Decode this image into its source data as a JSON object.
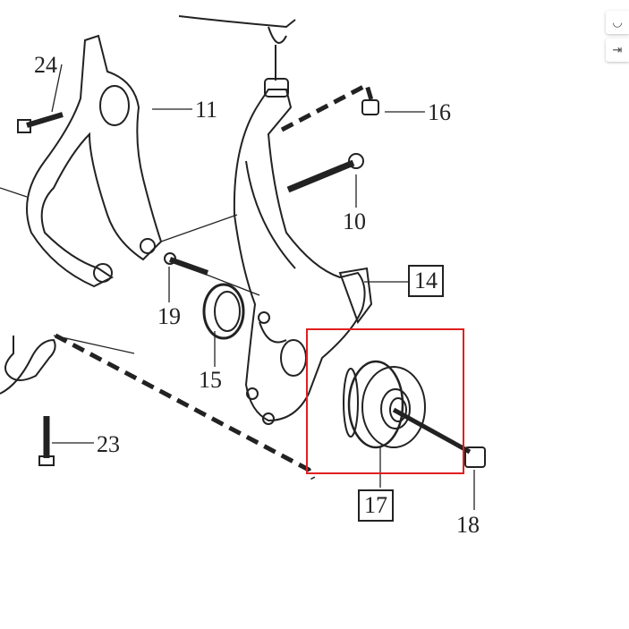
{
  "diagram": {
    "callouts": [
      "24",
      "11",
      "16",
      "10",
      "14",
      "19",
      "15",
      "23",
      "17",
      "18"
    ],
    "boxed_callouts": [
      "14",
      "17"
    ],
    "highlight_color": "#e02020",
    "highlighted_part": "17"
  },
  "sidebar": {
    "buttons": [
      {
        "icon": "rotate-icon",
        "glyph": "◡"
      },
      {
        "icon": "collapse-right-icon",
        "glyph": "⇥"
      }
    ]
  }
}
